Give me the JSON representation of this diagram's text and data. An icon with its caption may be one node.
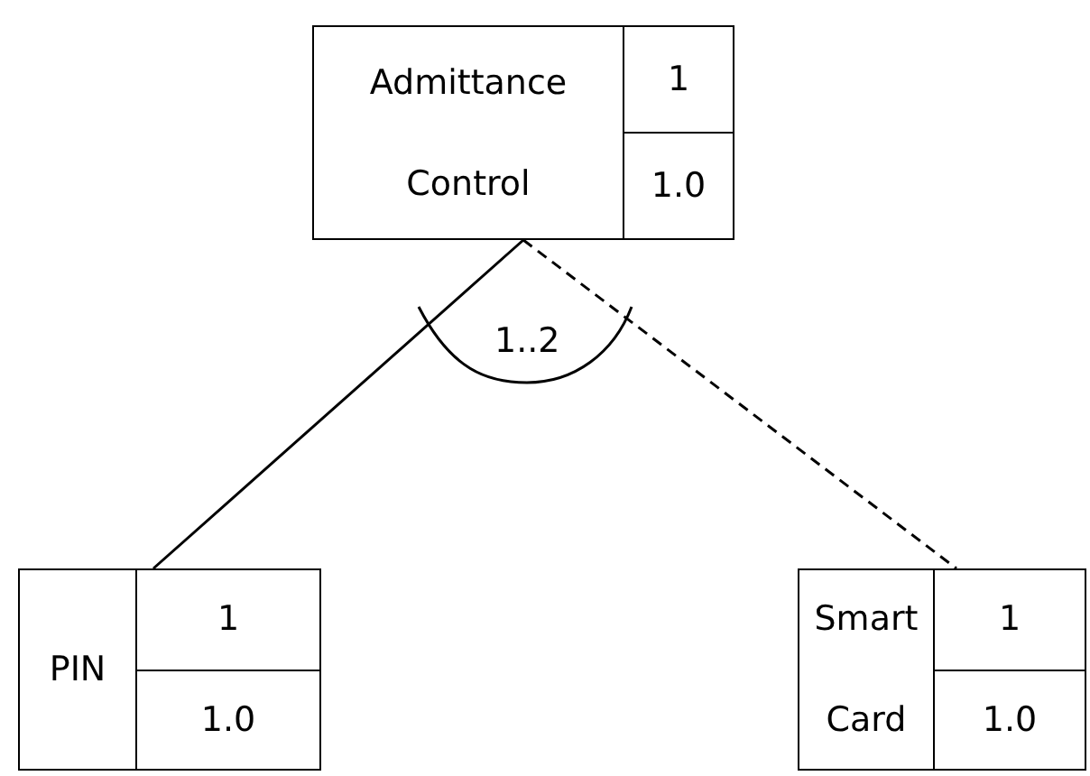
{
  "diagram": {
    "nodes": [
      {
        "text": [
          "Admittance Control",
          "1",
          "1.0"
        ]
      },
      {
        "text": [
          "PIN",
          "1",
          "1.0"
        ]
      },
      {
        "text": [
          "Smart Card",
          "1",
          "1.0"
        ]
      }
    ],
    "edges": [
      {
        "from": 0,
        "to": 1,
        "arrow": "none"
      },
      {
        "from": 0,
        "to": 2,
        "arrow": "none",
        "style": "dashed"
      }
    ],
    "labels": [
      "1..2"
    ]
  }
}
